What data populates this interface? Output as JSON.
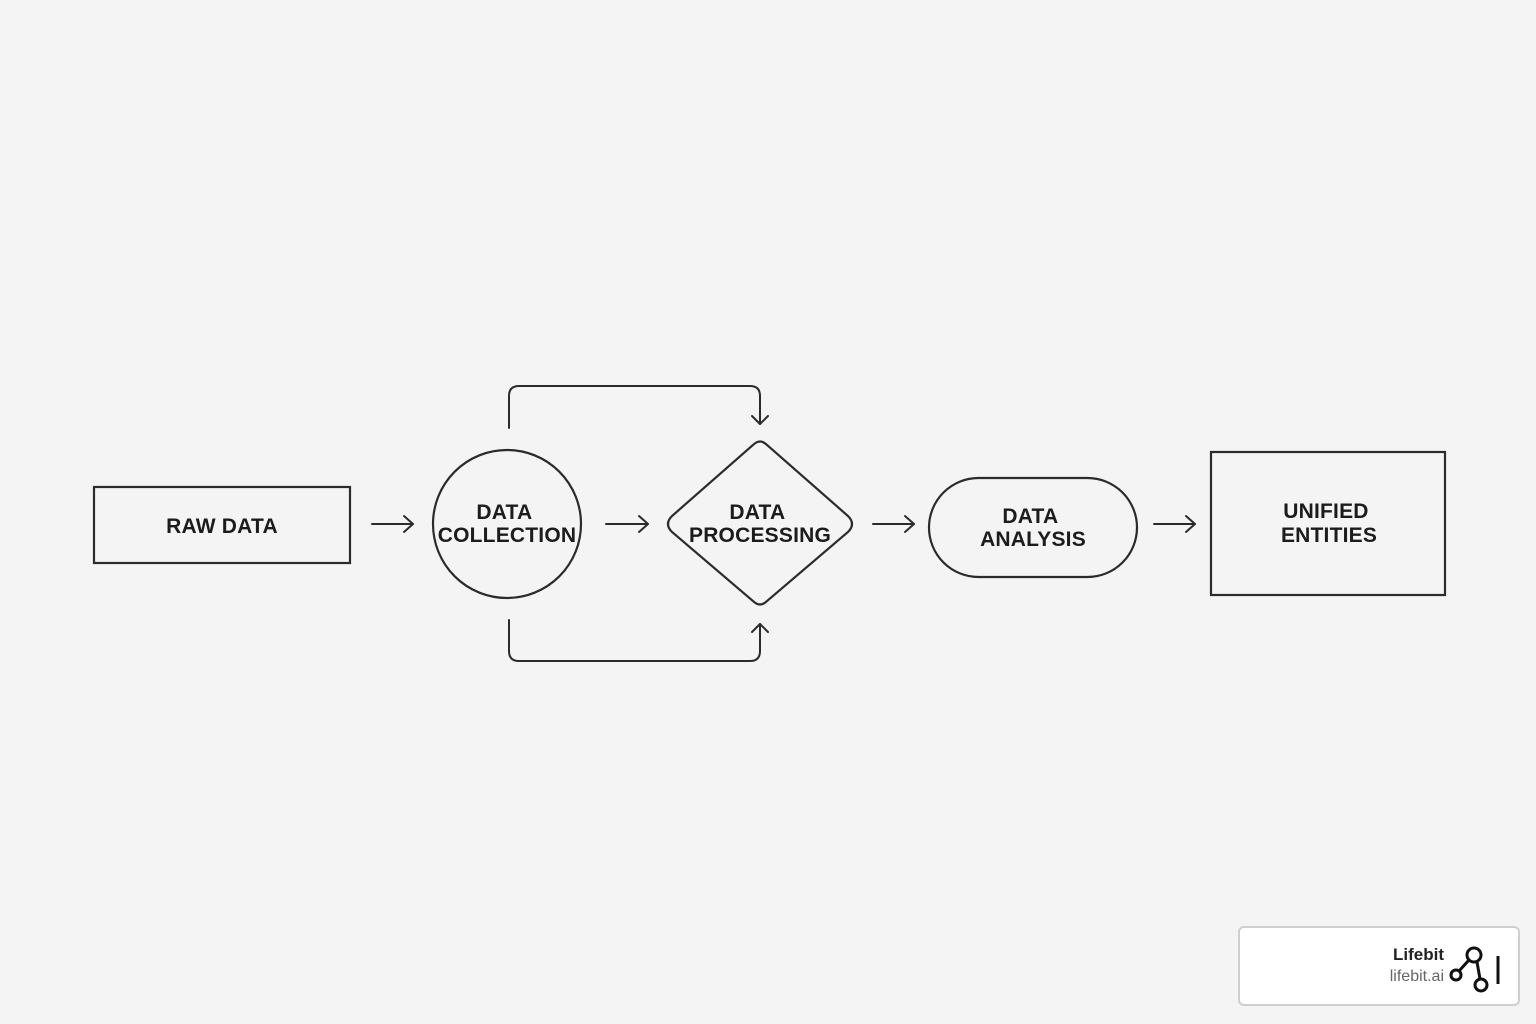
{
  "diagram": {
    "nodes": [
      {
        "id": "raw",
        "shape": "rectangle",
        "lines": [
          "RAW DATA"
        ]
      },
      {
        "id": "collection",
        "shape": "circle",
        "lines": [
          "DATA",
          "COLLECTION"
        ]
      },
      {
        "id": "processing",
        "shape": "diamond",
        "lines": [
          "DATA",
          "PROCESSING"
        ]
      },
      {
        "id": "analysis",
        "shape": "pill",
        "lines": [
          "DATA",
          "ANALYSIS"
        ]
      },
      {
        "id": "unified",
        "shape": "rectangle",
        "lines": [
          "UNIFIED",
          "ENTITIES"
        ]
      }
    ],
    "edges": [
      {
        "from": "raw",
        "to": "collection"
      },
      {
        "from": "collection",
        "to": "processing"
      },
      {
        "from": "collection",
        "to": "processing",
        "route": "over-top"
      },
      {
        "from": "collection",
        "to": "processing",
        "route": "under-bottom"
      },
      {
        "from": "processing",
        "to": "analysis"
      },
      {
        "from": "analysis",
        "to": "unified"
      }
    ],
    "colors": {
      "background": "#f4f4f4",
      "stroke": "#2b2b2b",
      "text": "#1c1c1c"
    }
  },
  "brand": {
    "name": "Lifebit",
    "url": "lifebit.ai",
    "logo_icon": "lifebit-logo-icon"
  }
}
